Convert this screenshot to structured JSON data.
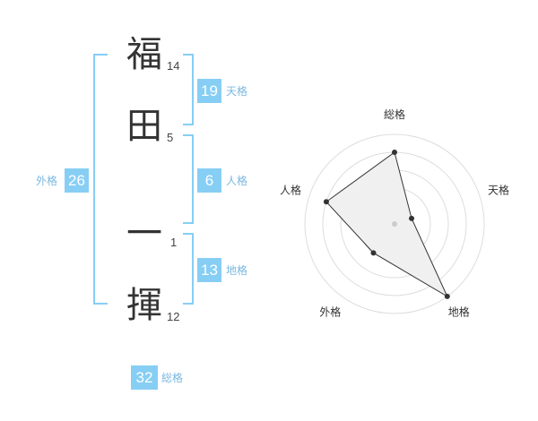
{
  "name": {
    "characters": [
      {
        "char": "福",
        "strokes": "14"
      },
      {
        "char": "田",
        "strokes": "5"
      },
      {
        "char": "一",
        "strokes": "1"
      },
      {
        "char": "揮",
        "strokes": "12"
      }
    ]
  },
  "fortune": {
    "tenkaku": {
      "value": "19",
      "label": "天格"
    },
    "jinkaku": {
      "value": "6",
      "label": "人格"
    },
    "chikaku": {
      "value": "13",
      "label": "地格"
    },
    "gaikaku": {
      "value": "26",
      "label": "外格"
    },
    "soukaku": {
      "value": "32",
      "label": "総格"
    }
  },
  "colors": {
    "accent": "#87cef5",
    "accent_text": "#7ab8e0",
    "radar_fill": "#f0f0f0",
    "radar_line": "#333333",
    "ring": "#dddddd"
  },
  "chart_data": {
    "type": "radar",
    "axes": [
      "総格",
      "天格",
      "地格",
      "外格",
      "人格"
    ],
    "max": 5,
    "values": [
      4,
      1,
      5,
      2,
      4
    ]
  }
}
